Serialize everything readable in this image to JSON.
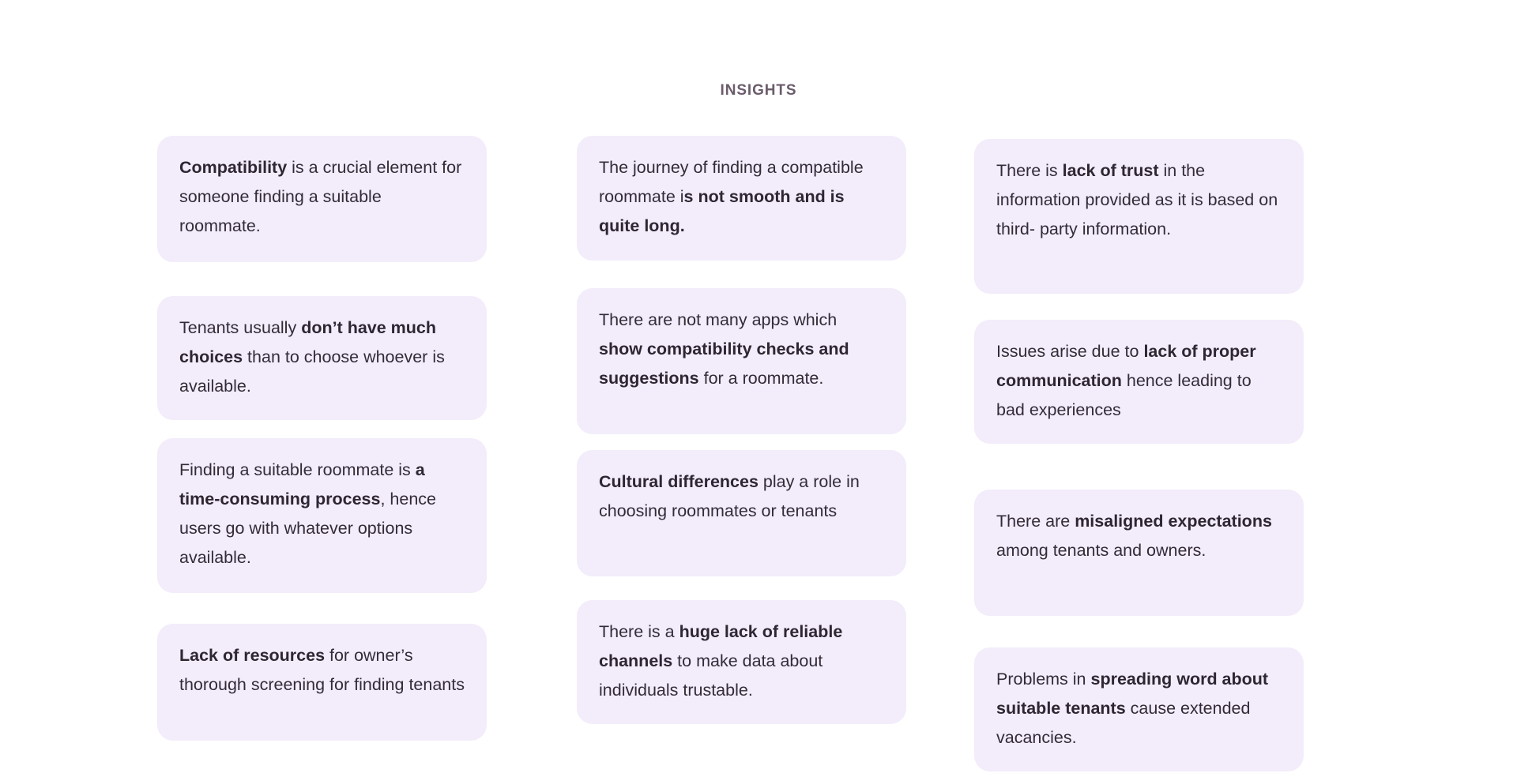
{
  "board": {
    "title": "INSIGHTS",
    "title_color": "#6B5C6B",
    "background_color": "#FFFFFF",
    "card_background_color": "#F3ECFA",
    "card_text_color": "#332B38"
  },
  "columns": [
    {
      "name": "column-left",
      "cards": [
        {
          "id": "insight-compatibility",
          "plain_text": "Compatibility is a crucial element for someone finding a suitable roommate.",
          "segments": [
            {
              "text": "Compatibility",
              "bold": true
            },
            {
              "text": " is a crucial element for someone finding a suitable roommate.",
              "bold": false
            }
          ]
        },
        {
          "id": "insight-limited-choices",
          "plain_text": "Tenants usually don’t have much choices than to choose whoever is available.",
          "segments": [
            {
              "text": "Tenants usually ",
              "bold": false
            },
            {
              "text": "don’t have much choices",
              "bold": true
            },
            {
              "text": " than to choose whoever is available.",
              "bold": false
            }
          ]
        },
        {
          "id": "insight-time-consuming",
          "plain_text": "Finding a suitable roommate is a time-consuming process, hence users go with whatever options available.",
          "segments": [
            {
              "text": "Finding a suitable roommate is ",
              "bold": false
            },
            {
              "text": "a time-consuming process",
              "bold": true
            },
            {
              "text": ", hence users go with whatever options available.",
              "bold": false
            }
          ]
        },
        {
          "id": "insight-lack-of-resources",
          "plain_text": "Lack of resources for owner’s thorough screening for finding tenants",
          "segments": [
            {
              "text": "Lack of resources",
              "bold": true
            },
            {
              "text": " for owner’s thorough screening for finding tenants",
              "bold": false
            }
          ]
        }
      ]
    },
    {
      "name": "column-middle",
      "cards": [
        {
          "id": "insight-journey-not-smooth",
          "plain_text": "The journey of finding a compatible roommate is not smooth and is quite long.",
          "segments": [
            {
              "text": "The journey of finding a compatible roommate i",
              "bold": false
            },
            {
              "text": "s not smooth and is quite long.",
              "bold": true
            }
          ]
        },
        {
          "id": "insight-few-compatibility-apps",
          "plain_text": "There are not many apps which show compatibility checks and suggestions for a roommate.",
          "segments": [
            {
              "text": "There are not many apps which ",
              "bold": false
            },
            {
              "text": "show compatibility checks and suggestions",
              "bold": true
            },
            {
              "text": " for a roommate.",
              "bold": false
            }
          ]
        },
        {
          "id": "insight-cultural-differences",
          "plain_text": "Cultural differences play a role in choosing roommates or tenants",
          "segments": [
            {
              "text": "Cultural differences",
              "bold": true
            },
            {
              "text": " play a role in choosing roommates or tenants",
              "bold": false
            }
          ]
        },
        {
          "id": "insight-unreliable-channels",
          "plain_text": "There is a huge lack of reliable channels to make data about individuals trustable.",
          "segments": [
            {
              "text": "There is a ",
              "bold": false
            },
            {
              "text": "huge lack of reliable channels",
              "bold": true
            },
            {
              "text": " to make data about individuals trustable.",
              "bold": false
            }
          ]
        }
      ]
    },
    {
      "name": "column-right",
      "cards": [
        {
          "id": "insight-lack-of-trust",
          "plain_text": "There is lack of trust in the information provided as it is based on third- party information.",
          "segments": [
            {
              "text": "There is ",
              "bold": false
            },
            {
              "text": "lack of trust",
              "bold": true
            },
            {
              "text": " in the information provided as it is based on third- party information.",
              "bold": false
            }
          ]
        },
        {
          "id": "insight-poor-communication",
          "plain_text": "Issues arise due to lack of proper communication hence leading to bad experiences",
          "segments": [
            {
              "text": "Issues arise due to ",
              "bold": false
            },
            {
              "text": "lack of proper communication",
              "bold": true
            },
            {
              "text": " hence leading to bad experiences",
              "bold": false
            }
          ]
        },
        {
          "id": "insight-misaligned-expectations",
          "plain_text": "There are misaligned expectations among tenants and owners.",
          "segments": [
            {
              "text": "There are ",
              "bold": false
            },
            {
              "text": "misaligned expectations",
              "bold": true
            },
            {
              "text": " among tenants and owners.",
              "bold": false
            }
          ]
        },
        {
          "id": "insight-spreading-word",
          "plain_text": "Problems in spreading word about suitable tenants cause extended vacancies.",
          "segments": [
            {
              "text": "Problems in ",
              "bold": false
            },
            {
              "text": "spreading word about suitable tenants",
              "bold": true
            },
            {
              "text": " cause extended vacancies.",
              "bold": false
            }
          ]
        }
      ]
    }
  ],
  "layout": {
    "column_tops": [
      [
        172,
        375,
        555,
        790
      ],
      [
        172,
        365,
        570,
        760
      ],
      [
        176,
        405,
        620,
        820
      ]
    ],
    "card_heights": [
      [
        160,
        148,
        196,
        148
      ],
      [
        158,
        185,
        160,
        148
      ],
      [
        196,
        148,
        160,
        152
      ]
    ]
  }
}
